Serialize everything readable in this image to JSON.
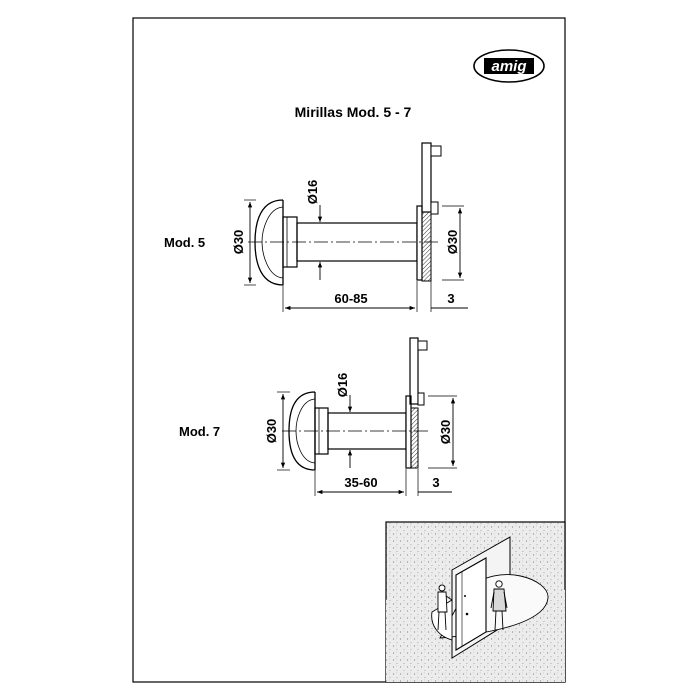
{
  "brand": {
    "logo_text": "amig"
  },
  "title": "Mirillas Mod. 5 - 7",
  "mod5": {
    "label": "Mod. 5",
    "head_diameter": "Ø30",
    "tube_diameter": "Ø16",
    "flange_diameter": "Ø30",
    "length": "60-85",
    "flange_thickness": "3"
  },
  "mod7": {
    "label": "Mod. 7",
    "head_diameter": "Ø30",
    "tube_diameter": "Ø16",
    "flange_diameter": "Ø30",
    "length": "35-60",
    "flange_thickness": "3"
  },
  "colors": {
    "line": "#000000",
    "wall": "#e8e8e8"
  },
  "icons": [
    "amig-logo",
    "door-scene-illustration"
  ]
}
